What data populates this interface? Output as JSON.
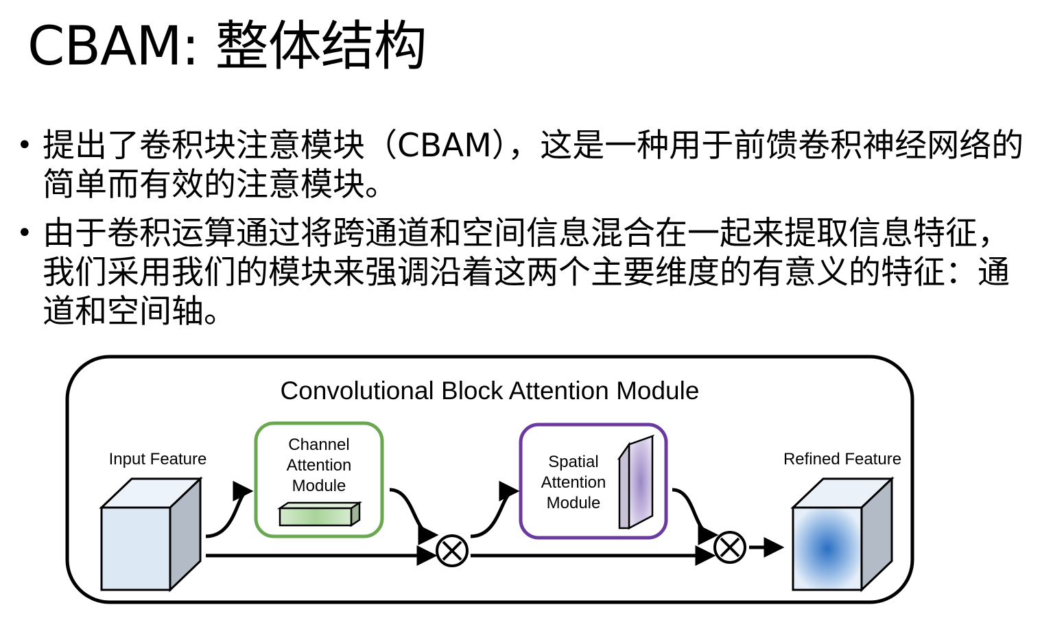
{
  "slide": {
    "title": "CBAM: 整体结构",
    "bullets": [
      "提出了卷积块注意模块（CBAM），这是一种用于前馈卷积神经网络的简单而有效的注意模块。",
      "由于卷积运算通过将跨通道和空间信息混合在一起来提取信息特征，我们采用我们的模块来强调沿着这两个主要维度的有意义的特征：通道和空间轴。"
    ]
  },
  "diagram": {
    "title": "Convolutional Block Attention Module",
    "input_label": "Input Feature",
    "output_label": "Refined Feature",
    "channel_module": {
      "lines": [
        "Channel",
        "Attention",
        "Module"
      ]
    },
    "spatial_module": {
      "lines": [
        "Spatial",
        "Attention",
        "Module"
      ]
    },
    "colors": {
      "channel_border": "#6aa84f",
      "spatial_border": "#6a3aa0",
      "cube_face": "#dde8f5",
      "refined_center": "#2a6fc4"
    }
  }
}
